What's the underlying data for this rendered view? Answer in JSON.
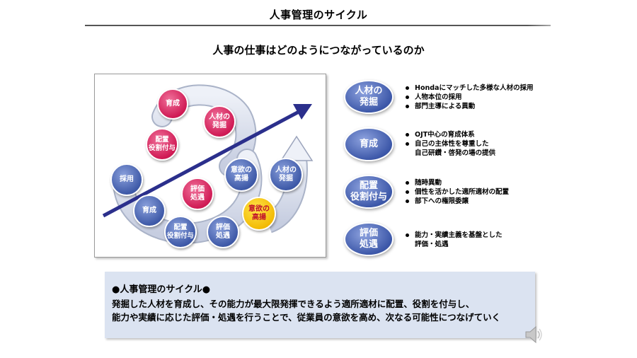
{
  "title": "人事管理のサイクル",
  "subtitle": "人事の仕事はどのようにつながっているのか",
  "diagram": {
    "nodes": {
      "ikusei_top": "育成",
      "jinzai_top": "人材の\n発掘",
      "haichi_top": "配置\n役割付与",
      "saiyo": "採用",
      "hyoka_mid": "評価\n処遇",
      "iyoku_mid": "意欲の\n高揚",
      "jinzai_right": "人材の\n発掘",
      "ikusei_bottom": "育成",
      "haichi_bottom": "配置\n役割付与",
      "hyoka_bottom": "評価\n処遇",
      "iyoku_yellow": "意欲の\n高揚"
    }
  },
  "categories": [
    {
      "label": "人材の\n発掘",
      "points": [
        "Hondaにマッチした多様な人材の採用",
        "人物本位の採用",
        "部門主導による異動"
      ]
    },
    {
      "label": "育成",
      "points": [
        "OJT中心の育成体系",
        "自己の主体性を尊重した",
        "自己研鑽・啓発の場の提供"
      ]
    },
    {
      "label": "配置\n役割付与",
      "points": [
        "随時異動",
        "個性を活かした適所適材の配置",
        "部下への権限委譲"
      ]
    },
    {
      "label": "評価\n処遇",
      "points": [
        "能力・実績主義を基盤とした",
        "評価・処遇"
      ]
    }
  ],
  "summary": {
    "heading": "●人事管理のサイクル●",
    "line1": "発掘した人材を育成し、その能力が最大限発揮できるよう適所適材に配置、役割を付与し、",
    "line2": "能力や実績に応じた評価・処遇を行うことで、従業員の意欲を高め、次なる可能性につなげていく"
  },
  "colors": {
    "blue_node": "#3f5aa8",
    "pink_node": "#d01b55",
    "yellow_node": "#f2b800",
    "arrow": "#2b2f8c",
    "summary_bg": "#dbe3f1"
  },
  "icons": {
    "speaker": "speaker-icon"
  }
}
